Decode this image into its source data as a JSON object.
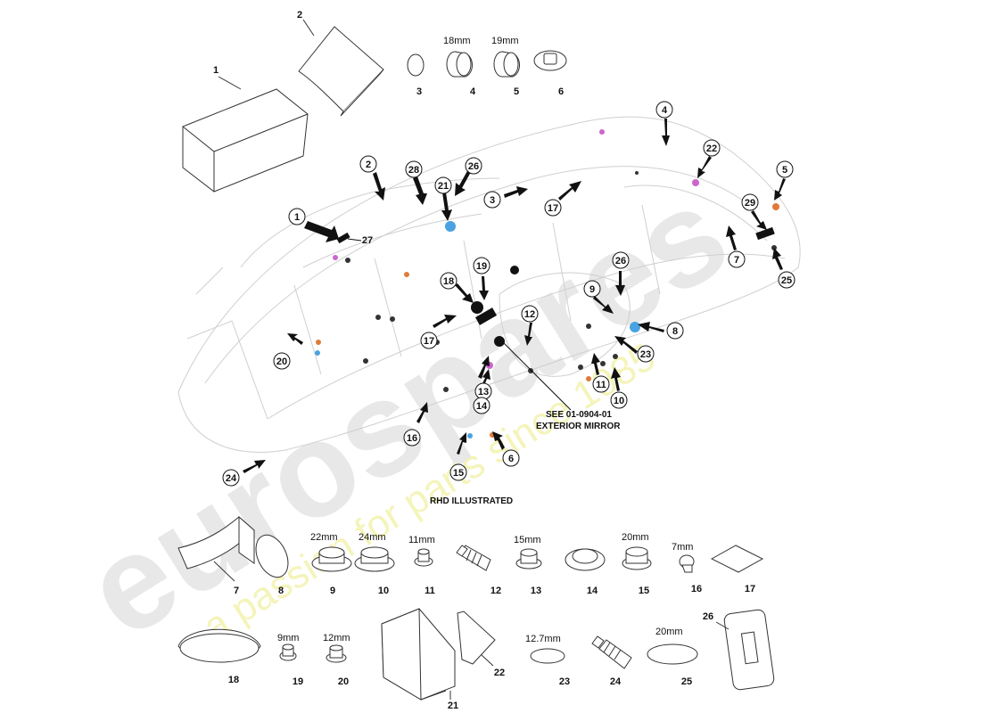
{
  "watermark": {
    "brand": "eurospares",
    "slogan": "a passion for parts since 1985"
  },
  "notes": {
    "see_ref_line1": "SEE 01-0904-01",
    "see_ref_line2": "EXTERIOR MIRROR",
    "rhd": "RHD ILLUSTRATED"
  },
  "parts_top": [
    {
      "num": "1",
      "size": ""
    },
    {
      "num": "2",
      "size": ""
    },
    {
      "num": "3",
      "size": ""
    },
    {
      "num": "4",
      "size": "18mm"
    },
    {
      "num": "5",
      "size": "19mm"
    },
    {
      "num": "6",
      "size": ""
    }
  ],
  "parts_row1": [
    {
      "num": "7",
      "size": ""
    },
    {
      "num": "8",
      "size": ""
    },
    {
      "num": "9",
      "size": "22mm"
    },
    {
      "num": "10",
      "size": "24mm"
    },
    {
      "num": "11",
      "size": "11mm"
    },
    {
      "num": "12",
      "size": ""
    },
    {
      "num": "13",
      "size": "15mm"
    },
    {
      "num": "14",
      "size": ""
    },
    {
      "num": "15",
      "size": "20mm"
    },
    {
      "num": "16",
      "size": "7mm"
    },
    {
      "num": "17",
      "size": ""
    }
  ],
  "parts_row2": [
    {
      "num": "18",
      "size": ""
    },
    {
      "num": "19",
      "size": "9mm"
    },
    {
      "num": "20",
      "size": "12mm"
    },
    {
      "num": "21",
      "size": ""
    },
    {
      "num": "22",
      "size": ""
    },
    {
      "num": "23",
      "size": "12.7mm"
    },
    {
      "num": "24",
      "size": ""
    },
    {
      "num": "25",
      "size": "20mm"
    },
    {
      "num": "26",
      "size": ""
    }
  ],
  "callouts": [
    "1",
    "2",
    "3",
    "4",
    "5",
    "6",
    "7",
    "8",
    "9",
    "10",
    "11",
    "12",
    "13",
    "14",
    "15",
    "16",
    "17",
    "17",
    "18",
    "19",
    "20",
    "21",
    "22",
    "23",
    "24",
    "25",
    "26",
    "26",
    "27",
    "28",
    "29"
  ],
  "colors": {
    "line": "#333333",
    "watermark_grey": "#e6e6e6",
    "watermark_yellow": "#f3f3b4",
    "blue_plug": "#4aa3e0",
    "orange_plug": "#e07a3a",
    "magenta_plug": "#cc66cc"
  }
}
